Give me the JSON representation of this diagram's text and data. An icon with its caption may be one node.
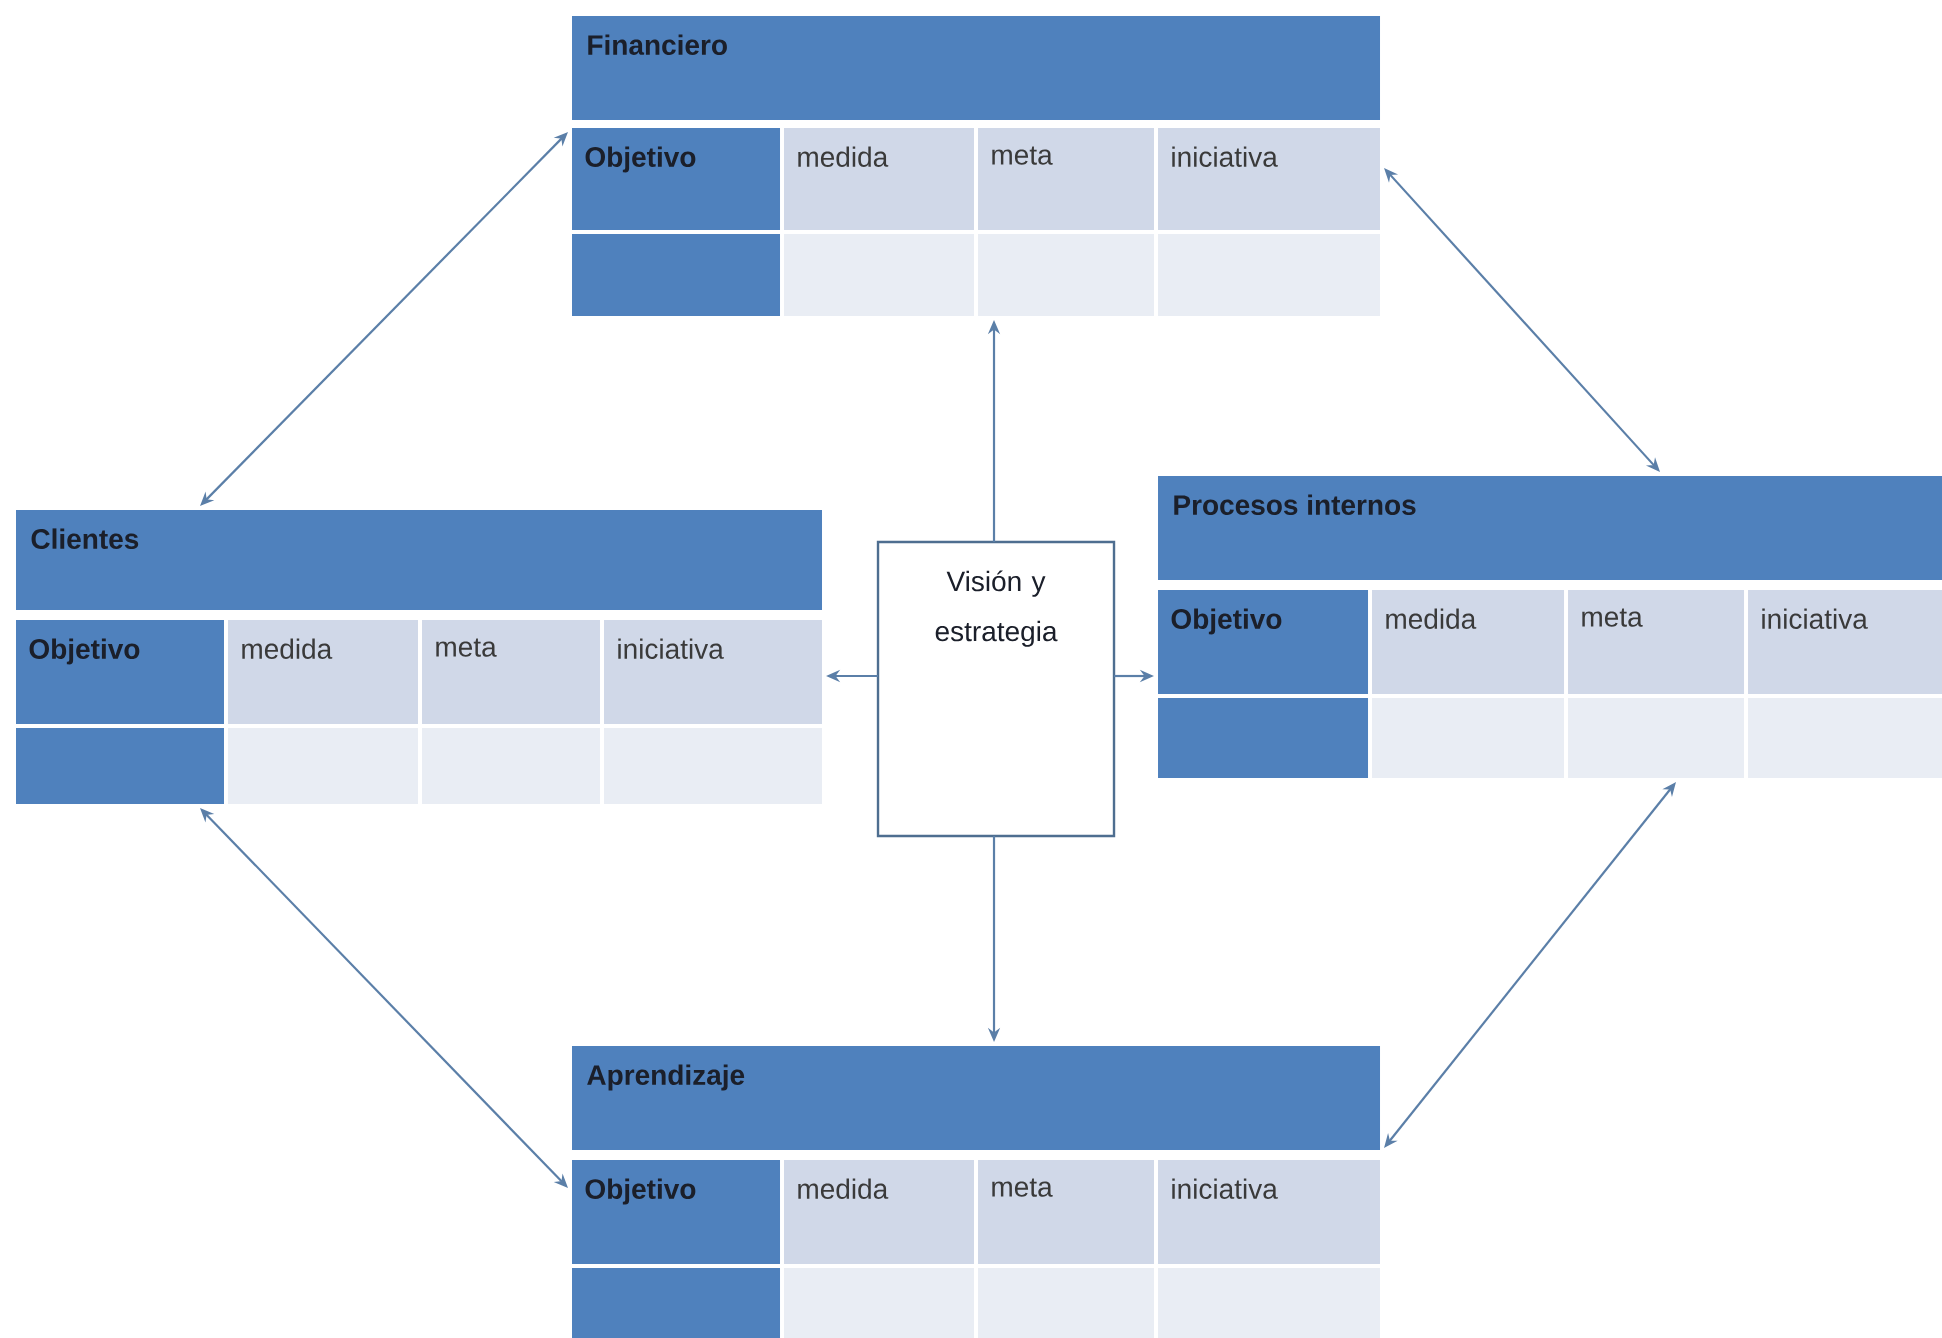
{
  "diagram": {
    "nodes": [
      {
        "text": [
          "Financiero"
        ]
      },
      {
        "text": [
          "Objetivo"
        ]
      },
      {
        "text": [
          "medida"
        ]
      },
      {
        "text": [
          "meta"
        ]
      },
      {
        "text": [
          "iniciativa"
        ]
      },
      {
        "text": [],
        "shape": "box"
      },
      {
        "text": [],
        "shape": "box"
      },
      {
        "text": [],
        "shape": "box"
      },
      {
        "text": [],
        "shape": "box"
      },
      {
        "text": [
          "Clientes"
        ]
      },
      {
        "text": [
          "Objetivo"
        ]
      },
      {
        "text": [
          "medida"
        ]
      },
      {
        "text": [
          "meta"
        ]
      },
      {
        "text": [
          "iniciativa"
        ]
      },
      {
        "text": [],
        "shape": "box"
      },
      {
        "text": [],
        "shape": "box"
      },
      {
        "text": [],
        "shape": "box"
      },
      {
        "text": [],
        "shape": "box"
      },
      {
        "text": [
          "Visión y estrategia"
        ]
      },
      {
        "text": [
          "Procesos internos"
        ]
      },
      {
        "text": [
          "Objetivo"
        ]
      },
      {
        "text": [
          "medida"
        ]
      },
      {
        "text": [
          "meta"
        ]
      },
      {
        "text": [
          "iniciativa"
        ]
      },
      {
        "text": [],
        "shape": "box"
      },
      {
        "text": [],
        "shape": "box"
      },
      {
        "text": [],
        "shape": "box"
      },
      {
        "text": [],
        "shape": "box"
      },
      {
        "text": [
          "Aprendizaje"
        ]
      },
      {
        "text": [
          "Objetivo"
        ]
      },
      {
        "text": [
          "medida"
        ]
      },
      {
        "text": [
          "meta"
        ]
      },
      {
        "text": [
          "iniciativa"
        ]
      },
      {
        "text": [],
        "shape": "box"
      },
      {
        "text": [],
        "shape": "box"
      },
      {
        "text": [],
        "shape": "box"
      },
      {
        "text": [],
        "shape": "box"
      }
    ],
    "edges": [
      {
        "from": 1,
        "to": 9,
        "arrow": "both"
      },
      {
        "from": 4,
        "to": 19,
        "arrow": "both"
      },
      {
        "from": 14,
        "to": 29,
        "arrow": "both"
      },
      {
        "from": 26,
        "to": 28,
        "arrow": "both"
      },
      {
        "from": 18,
        "to": 7,
        "arrow": "to"
      },
      {
        "from": 18,
        "to": 13,
        "arrow": "to"
      },
      {
        "from": 18,
        "to": 20,
        "arrow": "to"
      },
      {
        "from": 18,
        "to": 28,
        "arrow": "to"
      }
    ]
  }
}
